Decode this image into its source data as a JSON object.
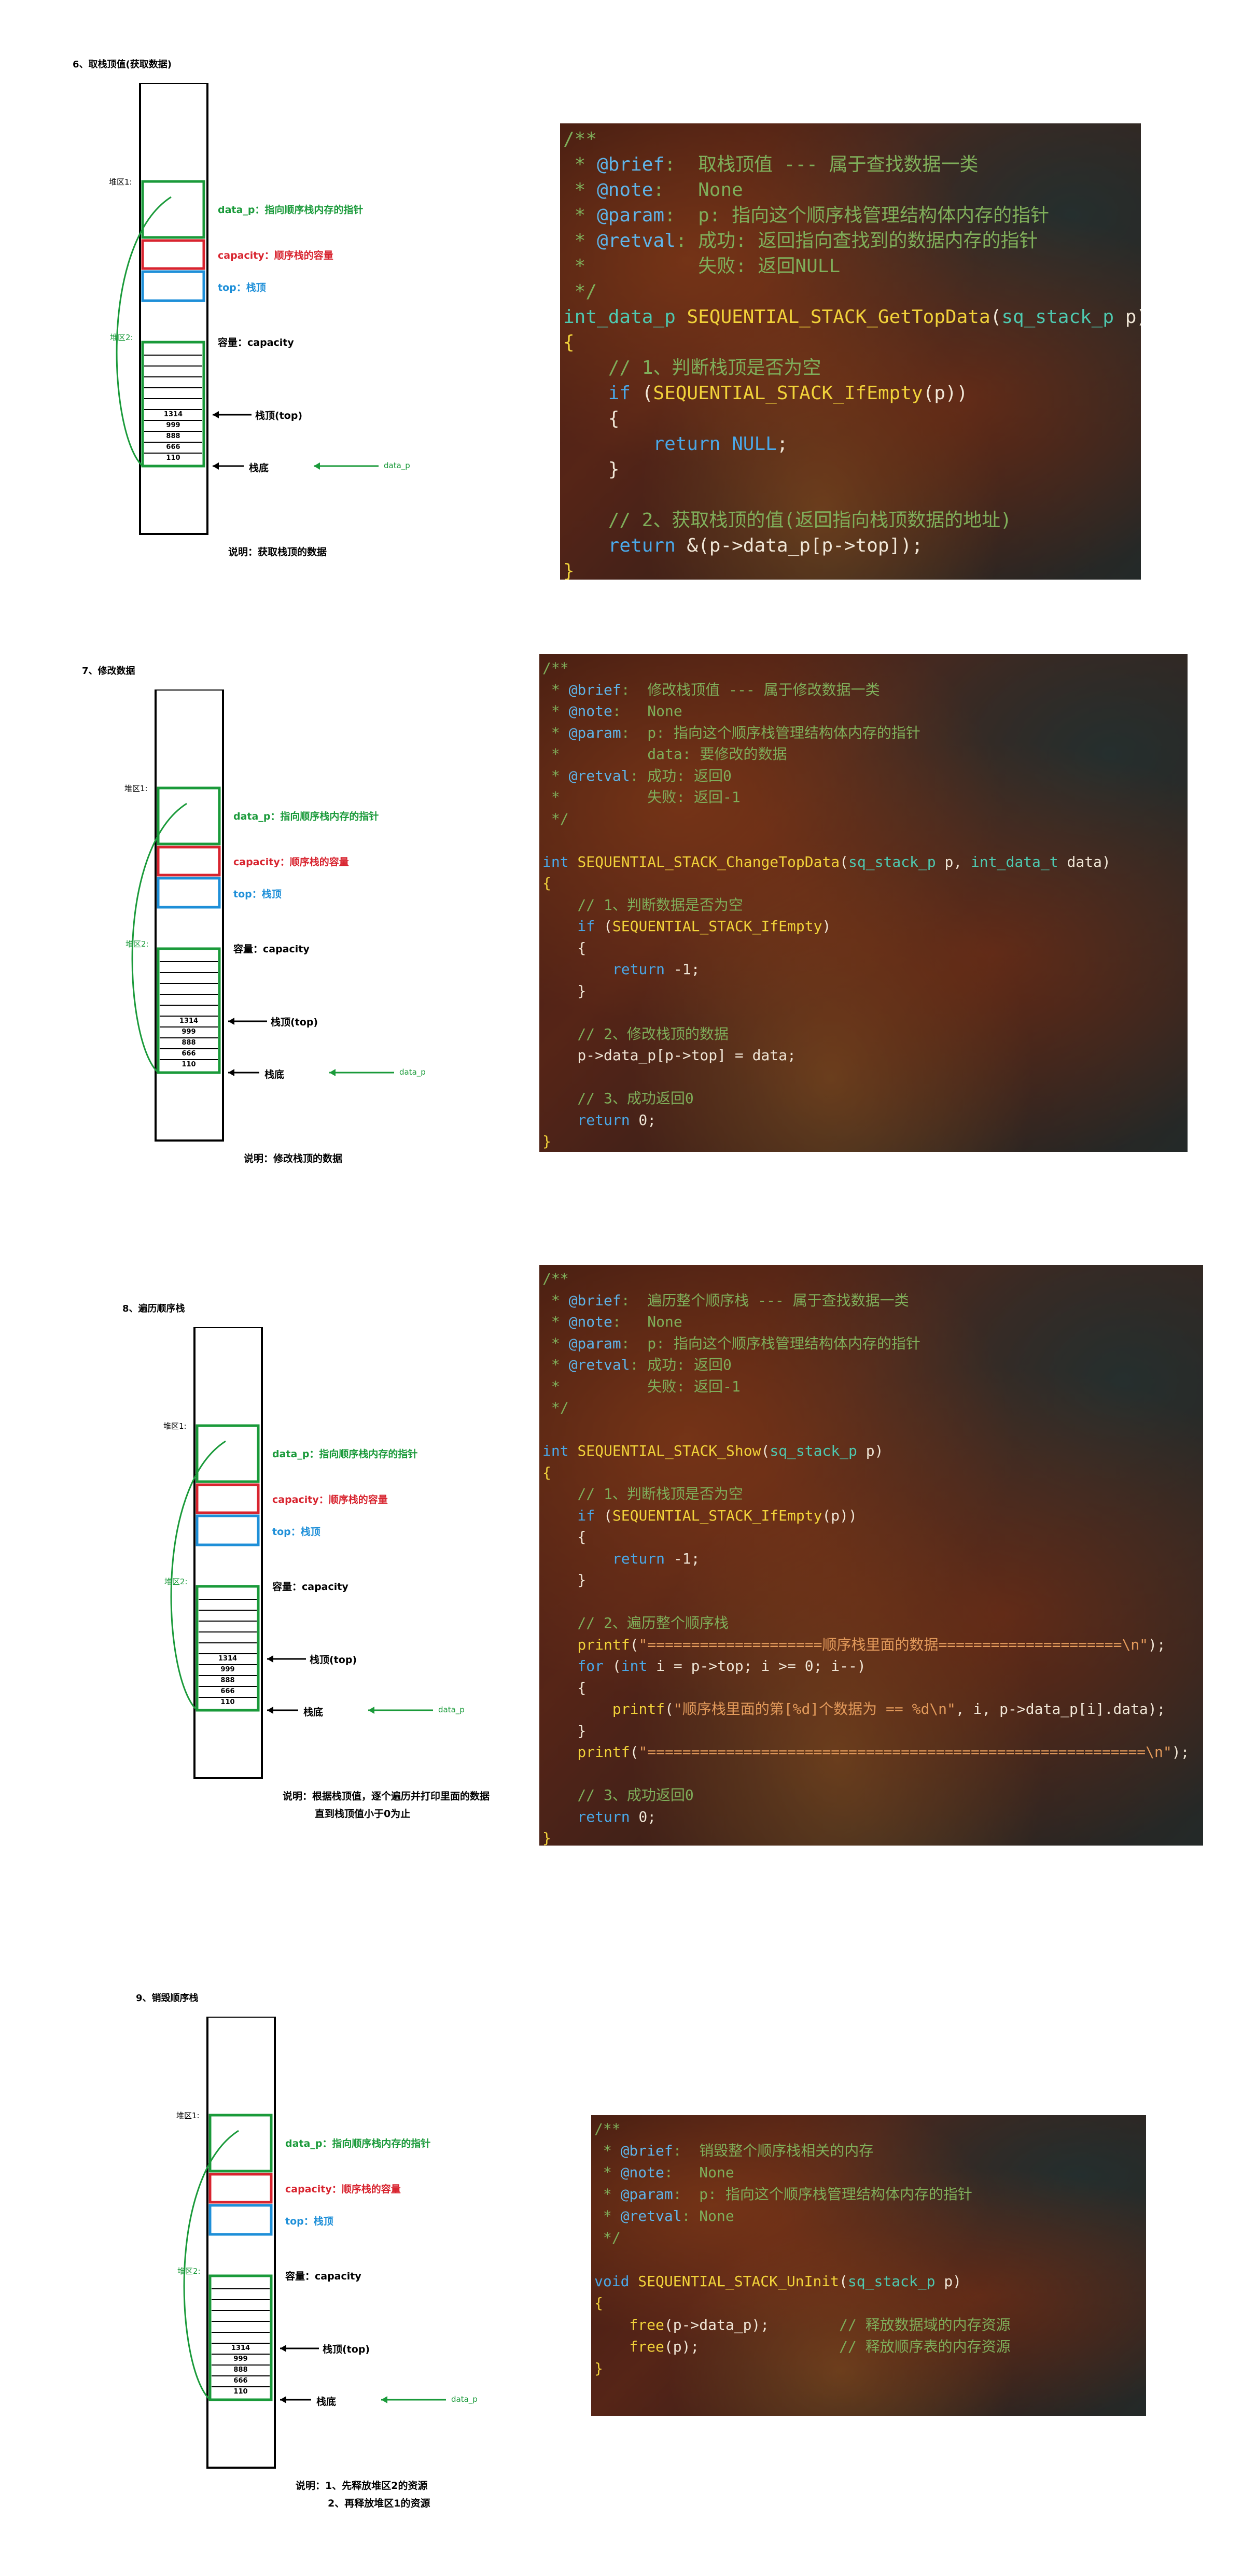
{
  "colors": {
    "green": "#1a9a3a",
    "red": "#d8242f",
    "blue": "#1e8fd8",
    "black": "#000000"
  },
  "common": {
    "heap1": "堆区1:",
    "heap2": "堆区2:",
    "data_p_label": "data_p：指向顺序栈内存的指针",
    "capacity_label": "capacity：顺序栈的容量",
    "top_label": "top：栈顶",
    "capacity_text": "容量：capacity",
    "stack_top": "栈顶(top)",
    "stack_bottom": "栈底",
    "data_p_arrow": "data_p",
    "cell_values": [
      "1314",
      "999",
      "888",
      "666",
      "110"
    ]
  },
  "sections": [
    {
      "title": "6、取栈顶值(获取数据)",
      "note_lines": [
        "说明：获取栈顶的数据"
      ],
      "code": [
        [
          [
            "c-com",
            "/**"
          ]
        ],
        [
          [
            "c-com",
            " * "
          ],
          [
            "c-tag",
            "@brief"
          ],
          [
            "c-com",
            ":  取栈顶值 --- 属于查找数据一类"
          ]
        ],
        [
          [
            "c-com",
            " * "
          ],
          [
            "c-tag",
            "@note"
          ],
          [
            "c-com",
            ":   None"
          ]
        ],
        [
          [
            "c-com",
            " * "
          ],
          [
            "c-tag",
            "@param"
          ],
          [
            "c-com",
            ":  p: 指向这个顺序栈管理结构体内存的指针"
          ]
        ],
        [
          [
            "c-com",
            " * "
          ],
          [
            "c-tag",
            "@retval"
          ],
          [
            "c-com",
            ": 成功: 返回指向查找到的数据内存的指针"
          ]
        ],
        [
          [
            "c-com",
            " *          失败: 返回NULL"
          ]
        ],
        [
          [
            "c-com",
            " */"
          ]
        ],
        [
          [
            "c-ty",
            "int_data_p"
          ],
          [
            "c-pl",
            " "
          ],
          [
            "c-fn",
            "SEQUENTIAL_STACK_GetTopData"
          ],
          [
            "c-pl",
            "("
          ],
          [
            "c-ty",
            "sq_stack_p"
          ],
          [
            "c-pl",
            " p)"
          ]
        ],
        [
          [
            "c-fn",
            "{"
          ]
        ],
        [
          [
            "c-com",
            "    // 1、判断栈顶是否为空"
          ]
        ],
        [
          [
            "c-kw",
            "    if"
          ],
          [
            "c-pl",
            " ("
          ],
          [
            "c-fn",
            "SEQUENTIAL_STACK_IfEmpty"
          ],
          [
            "c-pl",
            "(p))"
          ]
        ],
        [
          [
            "c-pl",
            "    {"
          ]
        ],
        [
          [
            "c-kw",
            "        return"
          ],
          [
            "c-pl",
            " "
          ],
          [
            "c-kw",
            "NULL"
          ],
          [
            "c-pl",
            ";"
          ]
        ],
        [
          [
            "c-pl",
            "    }"
          ]
        ],
        [
          [
            "c-pl",
            ""
          ]
        ],
        [
          [
            "c-com",
            "    // 2、获取栈顶的值(返回指向栈顶数据的地址)"
          ]
        ],
        [
          [
            "c-kw",
            "    return"
          ],
          [
            "c-pl",
            " &(p->data_p[p->top]);"
          ]
        ],
        [
          [
            "c-fn",
            "}"
          ]
        ]
      ]
    },
    {
      "title": "7、修改数据",
      "note_lines": [
        "说明：修改栈顶的数据"
      ],
      "code": [
        [
          [
            "c-com",
            "/**"
          ]
        ],
        [
          [
            "c-com",
            " * "
          ],
          [
            "c-tag",
            "@brief"
          ],
          [
            "c-com",
            ":  修改栈顶值 --- 属于修改数据一类"
          ]
        ],
        [
          [
            "c-com",
            " * "
          ],
          [
            "c-tag",
            "@note"
          ],
          [
            "c-com",
            ":   None"
          ]
        ],
        [
          [
            "c-com",
            " * "
          ],
          [
            "c-tag",
            "@param"
          ],
          [
            "c-com",
            ":  p: 指向这个顺序栈管理结构体内存的指针"
          ]
        ],
        [
          [
            "c-com",
            " *          data: 要修改的数据"
          ]
        ],
        [
          [
            "c-com",
            " * "
          ],
          [
            "c-tag",
            "@retval"
          ],
          [
            "c-com",
            ": 成功: 返回0"
          ]
        ],
        [
          [
            "c-com",
            " *          失败: 返回-1"
          ]
        ],
        [
          [
            "c-com",
            " */"
          ]
        ],
        [
          [
            "c-pl",
            ""
          ]
        ],
        [
          [
            "c-kw",
            "int"
          ],
          [
            "c-pl",
            " "
          ],
          [
            "c-fn",
            "SEQUENTIAL_STACK_ChangeTopData"
          ],
          [
            "c-pl",
            "("
          ],
          [
            "c-ty",
            "sq_stack_p"
          ],
          [
            "c-pl",
            " p, "
          ],
          [
            "c-ty",
            "int_data_t"
          ],
          [
            "c-pl",
            " data)"
          ]
        ],
        [
          [
            "c-fn",
            "{"
          ]
        ],
        [
          [
            "c-com",
            "    // 1、判断数据是否为空"
          ]
        ],
        [
          [
            "c-kw",
            "    if"
          ],
          [
            "c-pl",
            " ("
          ],
          [
            "c-fn",
            "SEQUENTIAL_STACK_IfEmpty"
          ],
          [
            "c-pl",
            ")"
          ]
        ],
        [
          [
            "c-pl",
            "    {"
          ]
        ],
        [
          [
            "c-kw",
            "        return"
          ],
          [
            "c-pl",
            " -1;"
          ]
        ],
        [
          [
            "c-pl",
            "    }"
          ]
        ],
        [
          [
            "c-pl",
            ""
          ]
        ],
        [
          [
            "c-com",
            "    // 2、修改栈顶的数据"
          ]
        ],
        [
          [
            "c-pl",
            "    p->data_p[p->top] = data;"
          ]
        ],
        [
          [
            "c-pl",
            ""
          ]
        ],
        [
          [
            "c-com",
            "    // 3、成功返回0"
          ]
        ],
        [
          [
            "c-kw",
            "    return"
          ],
          [
            "c-pl",
            " 0;"
          ]
        ],
        [
          [
            "c-fn",
            "}"
          ]
        ]
      ]
    },
    {
      "title": "8、遍历顺序栈",
      "note_lines": [
        "说明：根据栈顶值，逐个遍历并打印里面的数据",
        "直到栈顶值小于0为止"
      ],
      "code": [
        [
          [
            "c-com",
            "/**"
          ]
        ],
        [
          [
            "c-com",
            " * "
          ],
          [
            "c-tag",
            "@brief"
          ],
          [
            "c-com",
            ":  遍历整个顺序栈 --- 属于查找数据一类"
          ]
        ],
        [
          [
            "c-com",
            " * "
          ],
          [
            "c-tag",
            "@note"
          ],
          [
            "c-com",
            ":   None"
          ]
        ],
        [
          [
            "c-com",
            " * "
          ],
          [
            "c-tag",
            "@param"
          ],
          [
            "c-com",
            ":  p: 指向这个顺序栈管理结构体内存的指针"
          ]
        ],
        [
          [
            "c-com",
            " * "
          ],
          [
            "c-tag",
            "@retval"
          ],
          [
            "c-com",
            ": 成功: 返回0"
          ]
        ],
        [
          [
            "c-com",
            " *          失败: 返回-1"
          ]
        ],
        [
          [
            "c-com",
            " */"
          ]
        ],
        [
          [
            "c-pl",
            ""
          ]
        ],
        [
          [
            "c-kw",
            "int"
          ],
          [
            "c-pl",
            " "
          ],
          [
            "c-fn",
            "SEQUENTIAL_STACK_Show"
          ],
          [
            "c-pl",
            "("
          ],
          [
            "c-ty",
            "sq_stack_p"
          ],
          [
            "c-pl",
            " p)"
          ]
        ],
        [
          [
            "c-fn",
            "{"
          ]
        ],
        [
          [
            "c-com",
            "    // 1、判断栈顶是否为空"
          ]
        ],
        [
          [
            "c-kw",
            "    if"
          ],
          [
            "c-pl",
            " ("
          ],
          [
            "c-fn",
            "SEQUENTIAL_STACK_IfEmpty"
          ],
          [
            "c-pl",
            "(p))"
          ]
        ],
        [
          [
            "c-pl",
            "    {"
          ]
        ],
        [
          [
            "c-kw",
            "        return"
          ],
          [
            "c-pl",
            " -1;"
          ]
        ],
        [
          [
            "c-pl",
            "    }"
          ]
        ],
        [
          [
            "c-pl",
            ""
          ]
        ],
        [
          [
            "c-com",
            "    // 2、遍历整个顺序栈"
          ]
        ],
        [
          [
            "c-fn",
            "    printf"
          ],
          [
            "c-pl",
            "("
          ],
          [
            "c-str",
            "\"====================顺序栈里面的数据=====================\\n\""
          ],
          [
            "c-pl",
            ");"
          ]
        ],
        [
          [
            "c-kw",
            "    for"
          ],
          [
            "c-pl",
            " ("
          ],
          [
            "c-kw",
            "int"
          ],
          [
            "c-pl",
            " i = p->top; i >= 0; i--)"
          ]
        ],
        [
          [
            "c-pl",
            "    {"
          ]
        ],
        [
          [
            "c-fn",
            "        printf"
          ],
          [
            "c-pl",
            "("
          ],
          [
            "c-str",
            "\"顺序栈里面的第[%d]个数据为 == %d\\n\""
          ],
          [
            "c-pl",
            ", i, p->data_p[i].data);"
          ]
        ],
        [
          [
            "c-pl",
            "    }"
          ]
        ],
        [
          [
            "c-fn",
            "    printf"
          ],
          [
            "c-pl",
            "("
          ],
          [
            "c-str",
            "\"=========================================================\\n\""
          ],
          [
            "c-pl",
            ");"
          ]
        ],
        [
          [
            "c-pl",
            ""
          ]
        ],
        [
          [
            "c-com",
            "    // 3、成功返回0"
          ]
        ],
        [
          [
            "c-kw",
            "    return"
          ],
          [
            "c-pl",
            " 0;"
          ]
        ],
        [
          [
            "c-fn",
            "}"
          ]
        ]
      ]
    },
    {
      "title": "9、销毁顺序栈",
      "note_lines": [
        "说明：1、先释放堆区2的资源",
        "2、再释放堆区1的资源"
      ],
      "code": [
        [
          [
            "c-com",
            "/**"
          ]
        ],
        [
          [
            "c-com",
            " * "
          ],
          [
            "c-tag",
            "@brief"
          ],
          [
            "c-com",
            ":  销毁整个顺序栈相关的内存"
          ]
        ],
        [
          [
            "c-com",
            " * "
          ],
          [
            "c-tag",
            "@note"
          ],
          [
            "c-com",
            ":   None"
          ]
        ],
        [
          [
            "c-com",
            " * "
          ],
          [
            "c-tag",
            "@param"
          ],
          [
            "c-com",
            ":  p: 指向这个顺序栈管理结构体内存的指针"
          ]
        ],
        [
          [
            "c-com",
            " * "
          ],
          [
            "c-tag",
            "@retval"
          ],
          [
            "c-com",
            ": None"
          ]
        ],
        [
          [
            "c-com",
            " */"
          ]
        ],
        [
          [
            "c-pl",
            ""
          ]
        ],
        [
          [
            "c-kw",
            "void"
          ],
          [
            "c-pl",
            " "
          ],
          [
            "c-fn",
            "SEQUENTIAL_STACK_UnInit"
          ],
          [
            "c-pl",
            "("
          ],
          [
            "c-ty",
            "sq_stack_p"
          ],
          [
            "c-pl",
            " p)"
          ]
        ],
        [
          [
            "c-fn",
            "{"
          ]
        ],
        [
          [
            "c-fn",
            "    free"
          ],
          [
            "c-pl",
            "(p->data_p);"
          ],
          [
            "c-com",
            "        // 释放数据域的内存资源"
          ]
        ],
        [
          [
            "c-fn",
            "    free"
          ],
          [
            "c-pl",
            "(p);"
          ],
          [
            "c-com",
            "                // 释放顺序表的内存资源"
          ]
        ],
        [
          [
            "c-fn",
            "}"
          ]
        ]
      ]
    }
  ]
}
